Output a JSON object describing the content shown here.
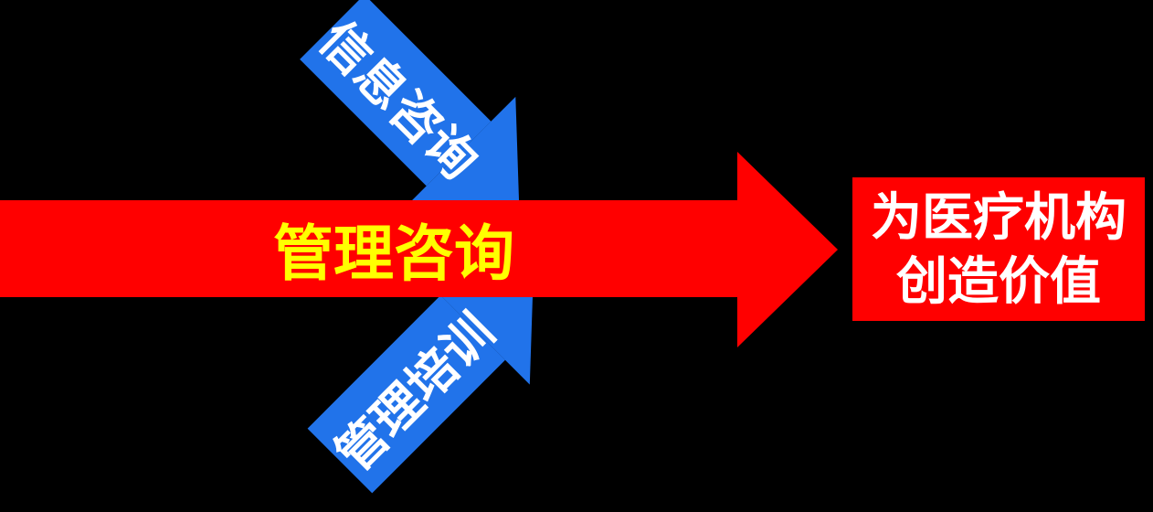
{
  "diagram": {
    "type": "converging-arrows",
    "arrows": {
      "info_consulting": {
        "label": "信息咨询",
        "direction": "down-right",
        "color": "blue"
      },
      "management_training": {
        "label": "管理培训",
        "direction": "up-right",
        "color": "blue"
      },
      "management_consulting": {
        "label": "管理咨询",
        "direction": "right",
        "color": "red"
      }
    },
    "result_box": {
      "line1": "为医疗机构",
      "line2": "创造价值"
    }
  },
  "colors": {
    "arrow_blue": "#2173EA",
    "arrow_red": "#FF0000",
    "label_yellow": "#FFFF00",
    "label_white": "#FFFFFF",
    "bg": "#000000"
  }
}
